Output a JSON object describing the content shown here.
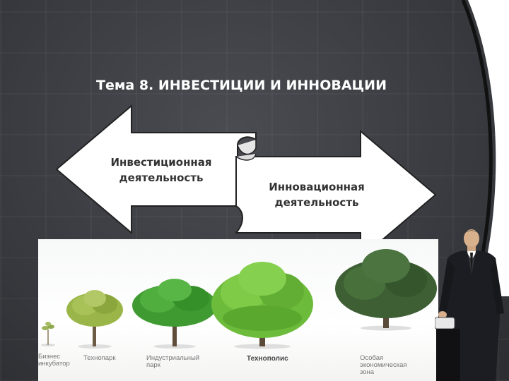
{
  "slide": {
    "title": "Тема 8. ИНВЕСТИЦИИ И ИННОВАЦИИ"
  },
  "arrows": {
    "left": {
      "line1": "Инвестиционная",
      "line2": "деятельность"
    },
    "right": {
      "line1": "Инновационная",
      "line2": "деятельность"
    }
  },
  "trees": {
    "items": [
      {
        "line1": "Бизнес",
        "line2": "инкубатор",
        "line3": ""
      },
      {
        "line1": "Технопарк",
        "line2": "",
        "line3": ""
      },
      {
        "line1": "Индустриальный",
        "line2": "парк",
        "line3": ""
      },
      {
        "line1": "Технополис",
        "line2": "",
        "line3": ""
      },
      {
        "line1": "Особая",
        "line2": "экономическая",
        "line3": "зона"
      }
    ]
  },
  "colors": {
    "background": "#3b3d43",
    "arrow_fill": "#ffffff",
    "arrow_stroke": "#222222",
    "title": "#ffffff"
  }
}
